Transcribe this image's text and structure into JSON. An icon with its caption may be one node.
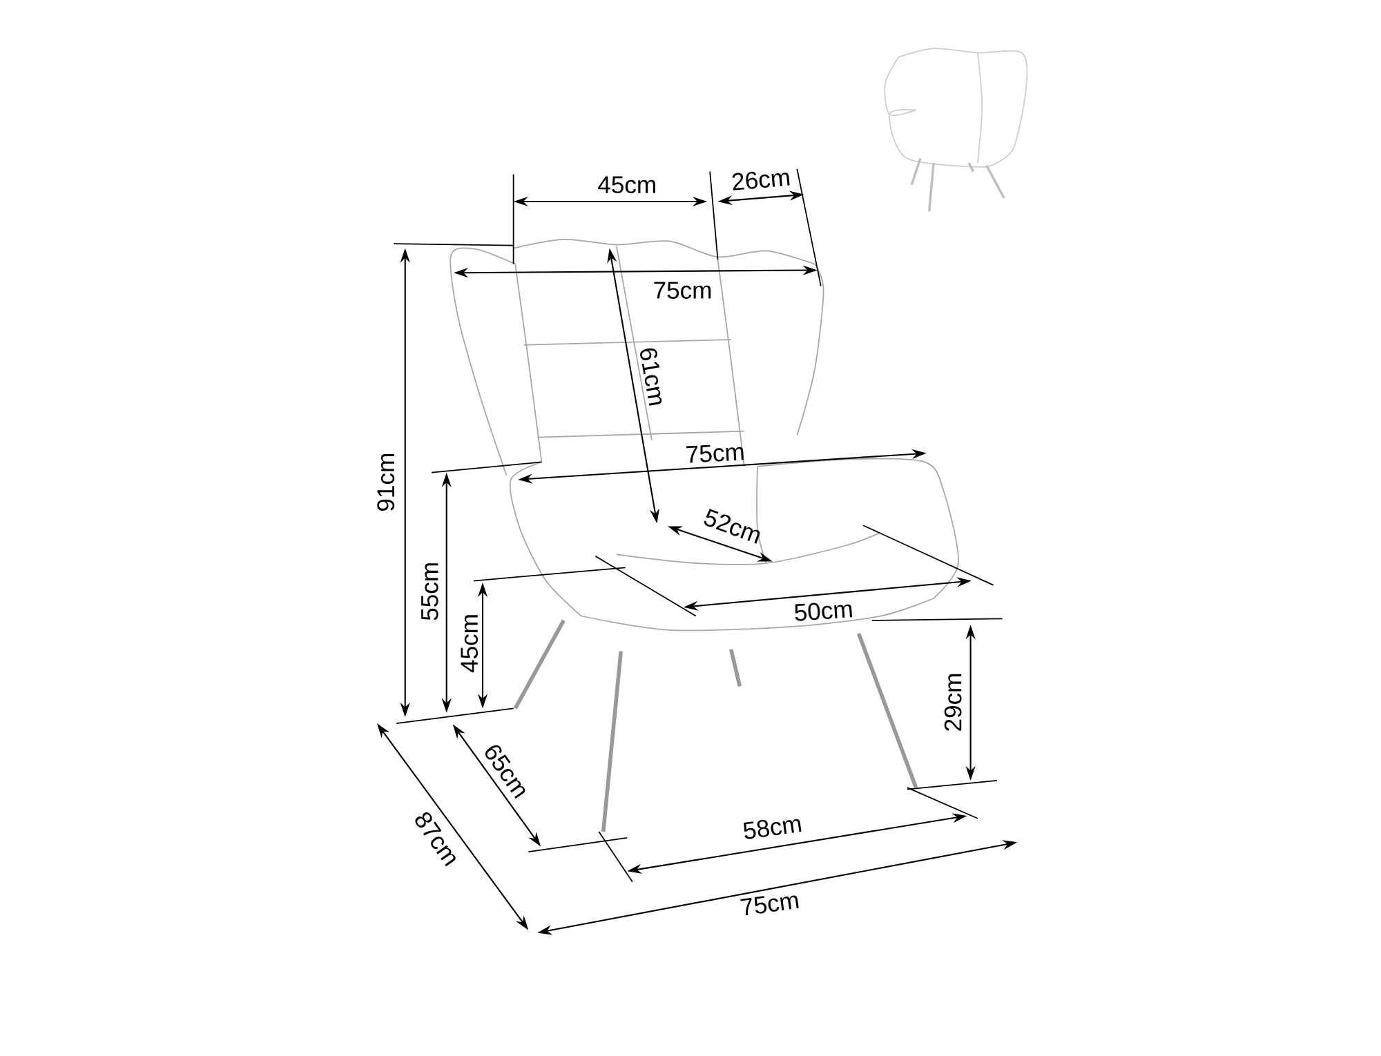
{
  "diagram": {
    "labels": [
      "45cm",
      "26cm",
      "75cm",
      "61cm",
      "75cm",
      "91cm",
      "52cm",
      "55cm",
      "50cm",
      "45cm",
      "29cm",
      "65cm",
      "58cm",
      "87cm",
      "75cm"
    ]
  }
}
